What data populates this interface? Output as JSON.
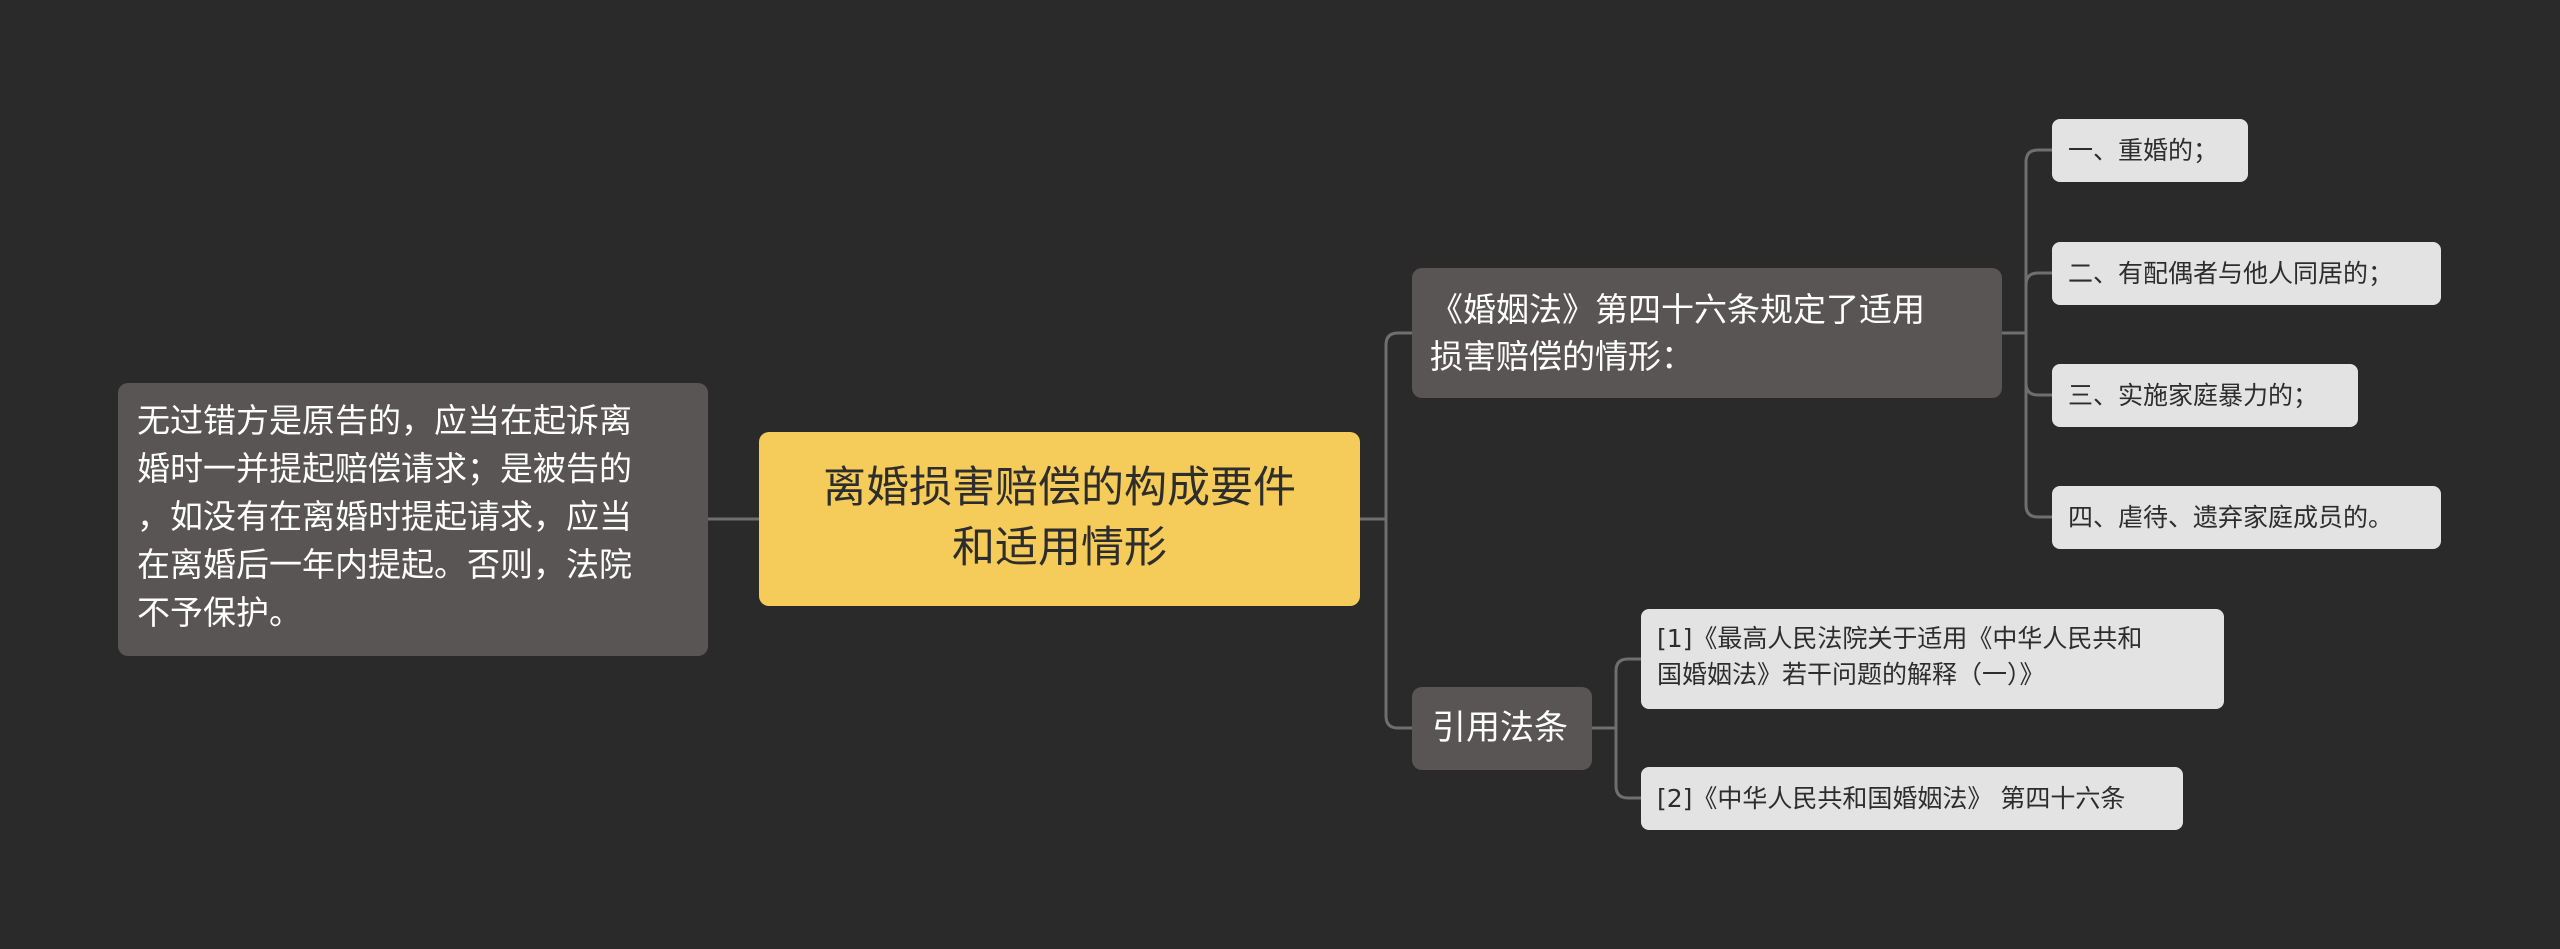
{
  "root": {
    "title": "离婚损害赔偿的构成要件\n和适用情形"
  },
  "left_note": {
    "text": "无过错方是原告的，应当在起诉离\n婚时一并提起赔偿请求；是被告的\n，如没有在离婚时提起请求，应当\n在离婚后一年内提起。否则，法院\n不予保护。"
  },
  "branches": [
    {
      "label": "《婚姻法》第四十六条规定了适用\n损害赔偿的情形：",
      "children": [
        "一、重婚的；",
        "二、有配偶者与他人同居的；",
        "三、实施家庭暴力的；",
        "四、虐待、遗弃家庭成员的。"
      ]
    },
    {
      "label": "引用法条",
      "children": [
        "[1]《最高人民法院关于适用《中华人民共和\n国婚姻法》若干问题的解释（一）》",
        "[2]《中华人民共和国婚姻法》 第四十六条"
      ]
    }
  ],
  "colors": {
    "background": "#2a2a2a",
    "root_fill": "#f5cc5a",
    "branch_fill": "#595554",
    "leaf_fill": "#e3e3e3",
    "connector": "#6f6f6f"
  }
}
